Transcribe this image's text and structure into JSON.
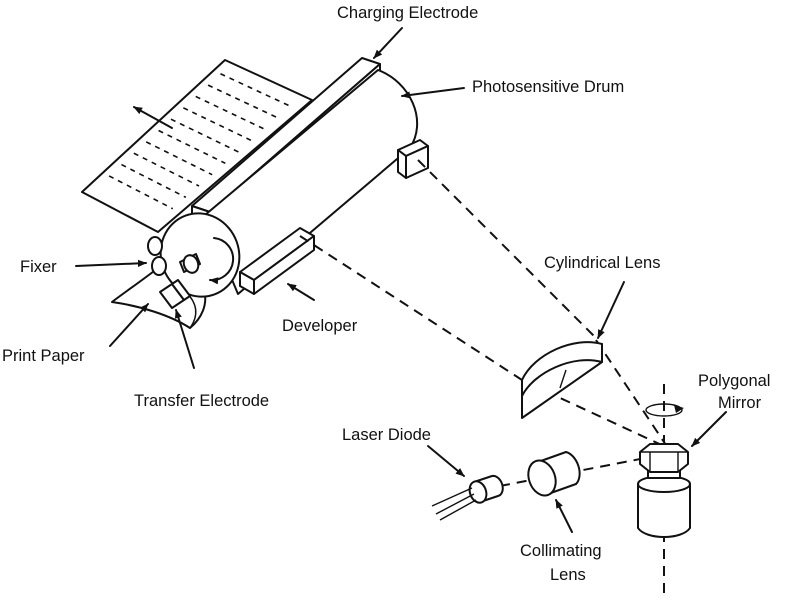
{
  "labels": {
    "charging_electrode": "Charging Electrode",
    "photosensitive_drum": "Photosensitive Drum",
    "fixer": "Fixer",
    "print_paper": "Print Paper",
    "developer": "Developer",
    "transfer_electrode": "Transfer Electrode",
    "cylindrical_lens": "Cylindrical Lens",
    "polygonal_mirror_line1": "Polygonal",
    "polygonal_mirror_line2": "Mirror",
    "laser_diode": "Laser Diode",
    "collimating_lens_line1": "Collimating",
    "collimating_lens_line2": "Lens"
  },
  "colors": {
    "ink": "#111111",
    "background": "#ffffff"
  }
}
